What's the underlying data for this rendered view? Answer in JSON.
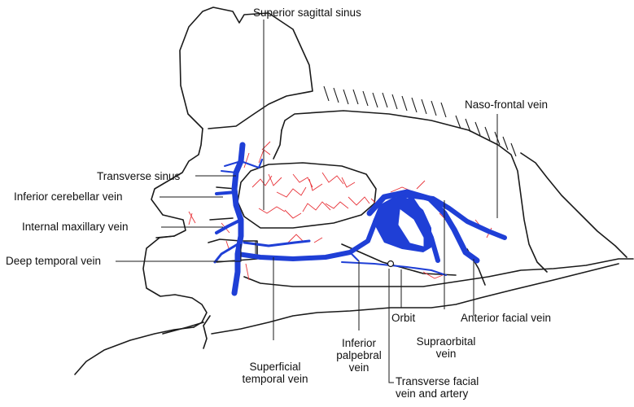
{
  "colors": {
    "outline": "#1a1a1a",
    "vein": "#1f3fd6",
    "artery": "#e8343a",
    "background": "#ffffff"
  },
  "labels": {
    "superior_sagittal_sinus": "Superior sagittal sinus",
    "naso_frontal_vein": "Naso-frontal vein",
    "transverse_sinus": "Transverse sinus",
    "inferior_cerebellar_vein": "Inferior cerebellar vein",
    "internal_maxillary_vein": "Internal maxillary vein",
    "deep_temporal_vein": "Deep temporal vein",
    "orbit": "Orbit",
    "anterior_facial_vein": "Anterior facial vein",
    "inferior_palpebral_vein": [
      "Inferior",
      "palpebral",
      "vein"
    ],
    "supraorbital_vein": [
      "Supraorbital",
      "vein"
    ],
    "superficial_temporal_vein": [
      "Superficial",
      "temporal vein"
    ],
    "transverse_facial_vein_and_artery": [
      "Transverse facial",
      "vein and artery"
    ]
  }
}
